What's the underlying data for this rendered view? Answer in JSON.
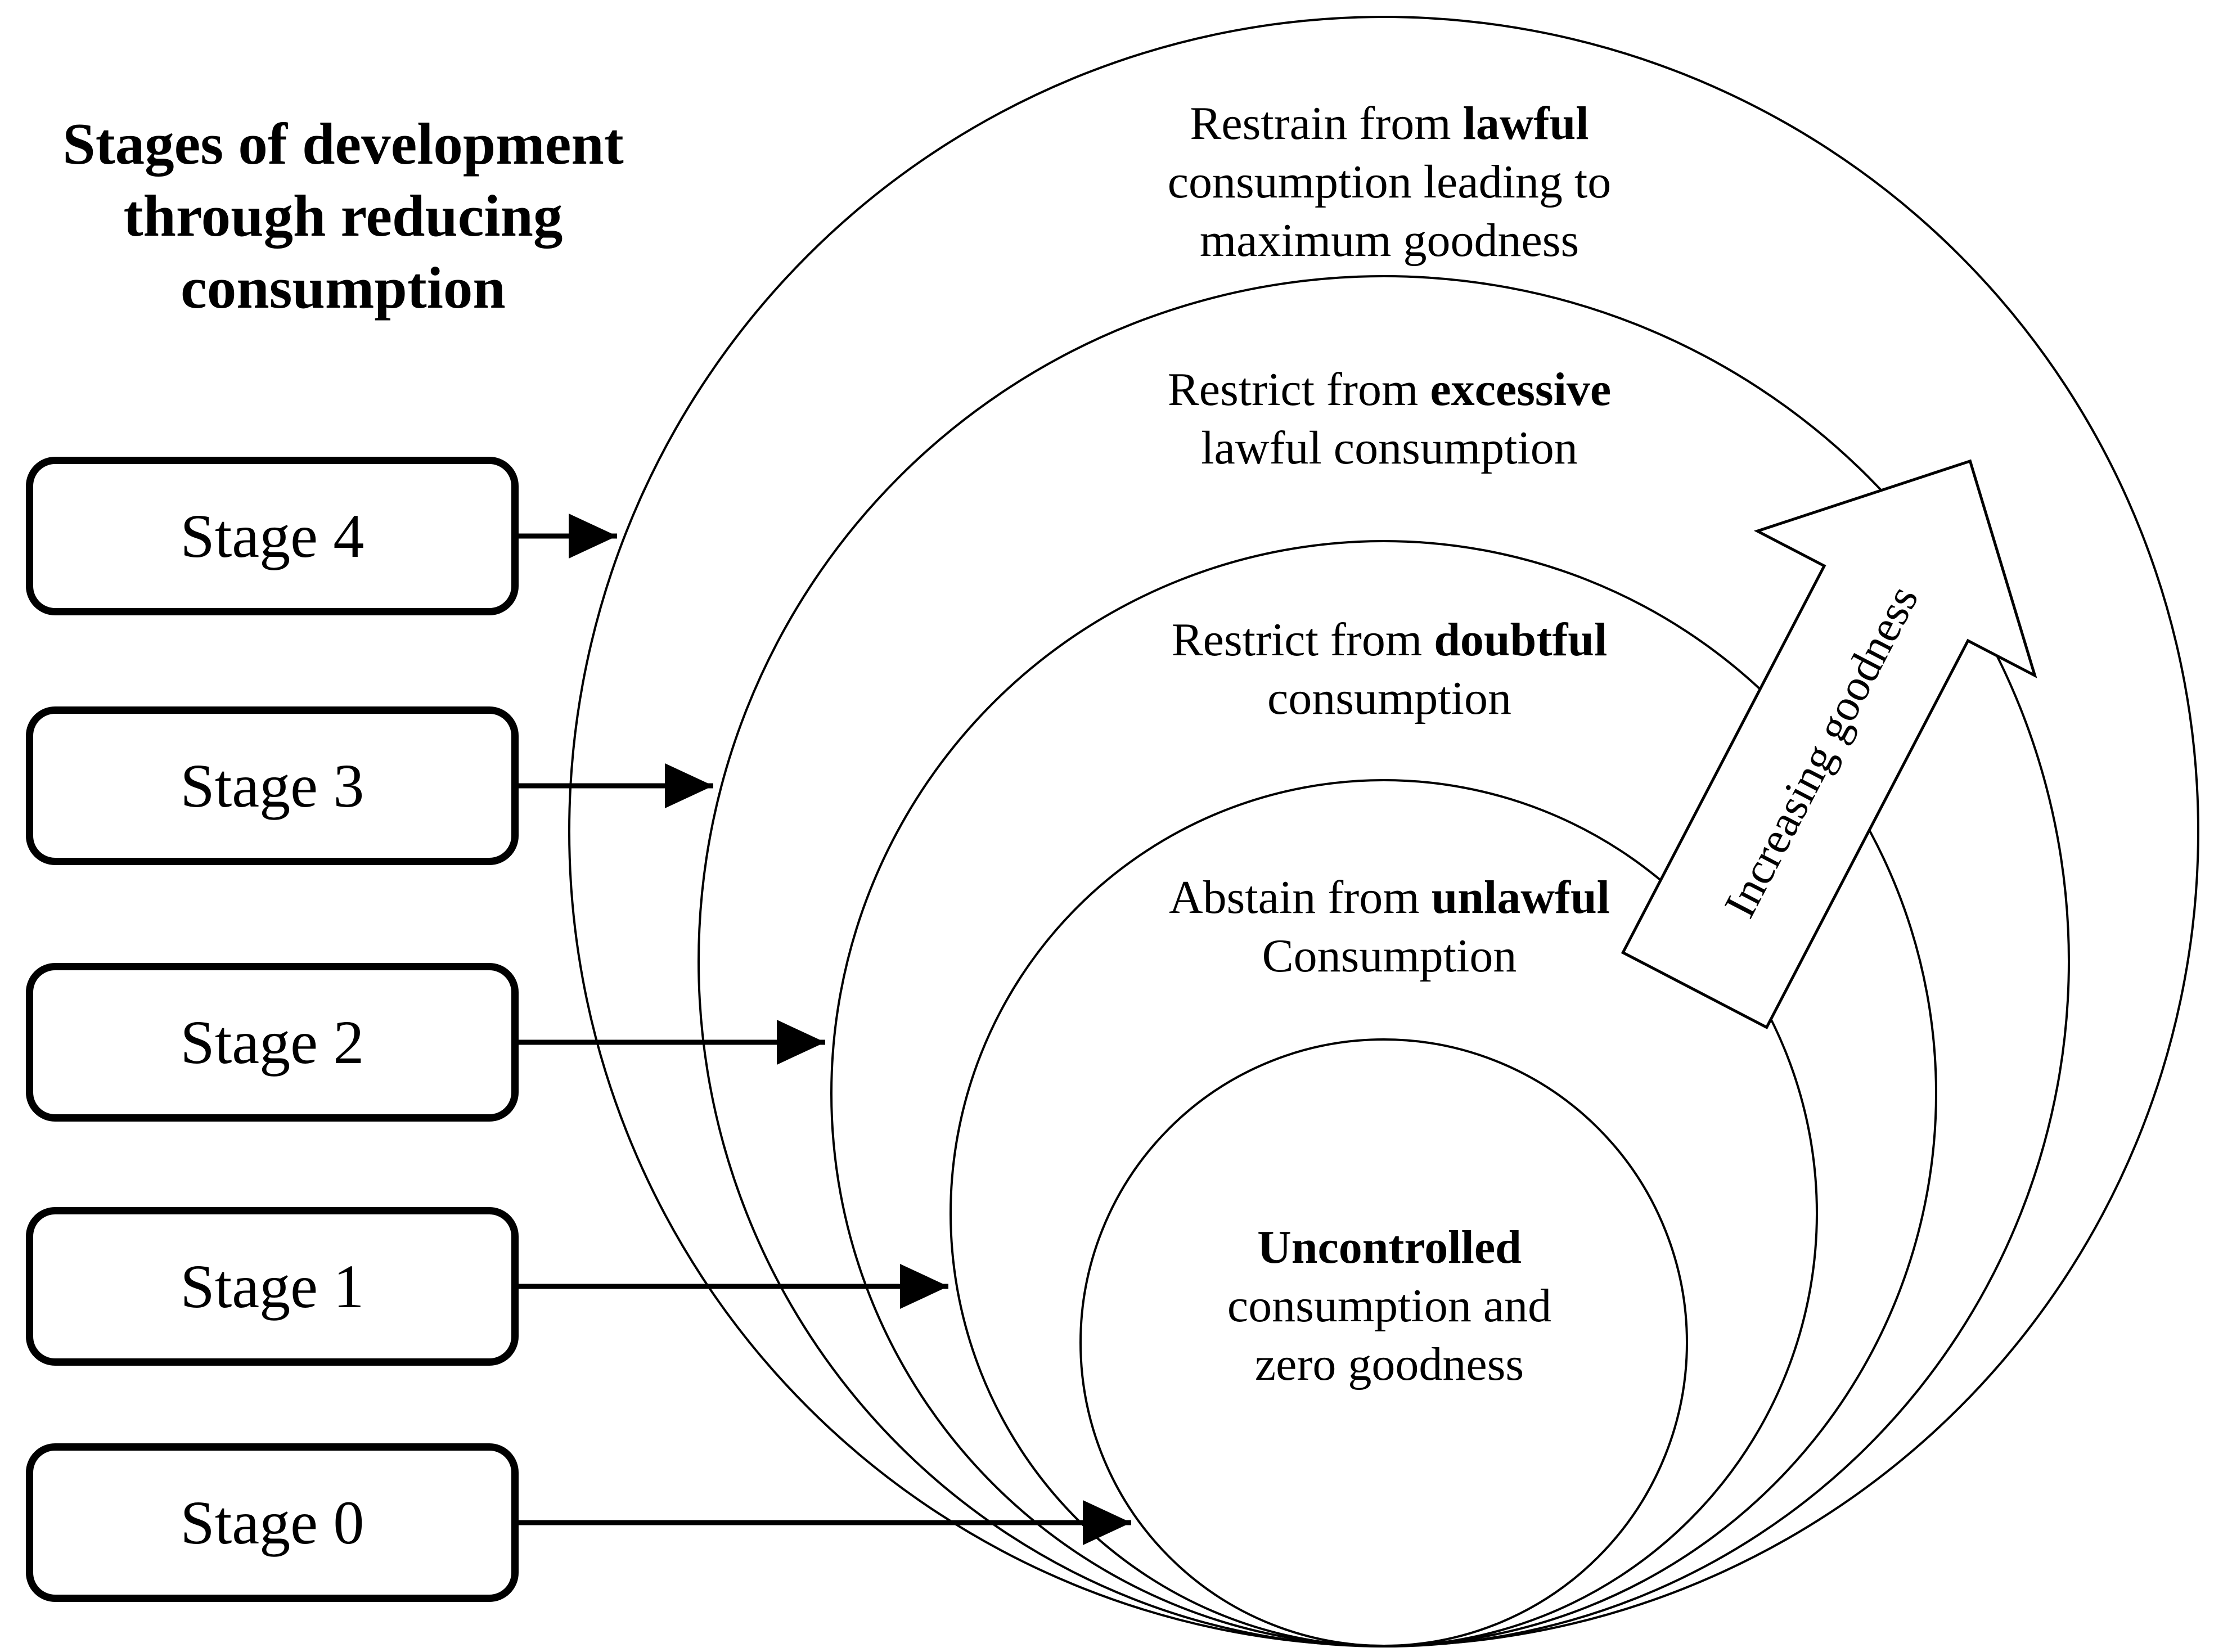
{
  "colors": {
    "ink": "#000000",
    "background": "#ffffff"
  },
  "title": {
    "lines": [
      "Stages of development",
      "through reducing",
      "consumption"
    ]
  },
  "stages": [
    {
      "label": "Stage 4"
    },
    {
      "label": "Stage 3"
    },
    {
      "label": "Stage 2"
    },
    {
      "label": "Stage 1"
    },
    {
      "label": "Stage 0"
    }
  ],
  "rings": [
    {
      "lines": [
        [
          {
            "text": "Restrain from ",
            "bold": false
          },
          {
            "text": "lawful",
            "bold": true
          }
        ],
        [
          {
            "text": "consumption leading to",
            "bold": false
          }
        ],
        [
          {
            "text": "maximum goodness",
            "bold": false
          }
        ]
      ]
    },
    {
      "lines": [
        [
          {
            "text": "Restrict from ",
            "bold": false
          },
          {
            "text": "excessive",
            "bold": true
          }
        ],
        [
          {
            "text": "lawful consumption",
            "bold": false
          }
        ]
      ]
    },
    {
      "lines": [
        [
          {
            "text": "Restrict from ",
            "bold": false
          },
          {
            "text": "doubtful",
            "bold": true
          }
        ],
        [
          {
            "text": "consumption",
            "bold": false
          }
        ]
      ]
    },
    {
      "lines": [
        [
          {
            "text": "Abstain from ",
            "bold": false
          },
          {
            "text": "unlawful",
            "bold": true
          }
        ],
        [
          {
            "text": "Consumption",
            "bold": false
          }
        ]
      ]
    },
    {
      "lines": [
        [
          {
            "text": "Uncontrolled",
            "bold": true
          }
        ],
        [
          {
            "text": "consumption and",
            "bold": false
          }
        ],
        [
          {
            "text": "zero goodness",
            "bold": false
          }
        ]
      ]
    }
  ],
  "goodness_arrow": {
    "label": "Increasing goodness"
  }
}
